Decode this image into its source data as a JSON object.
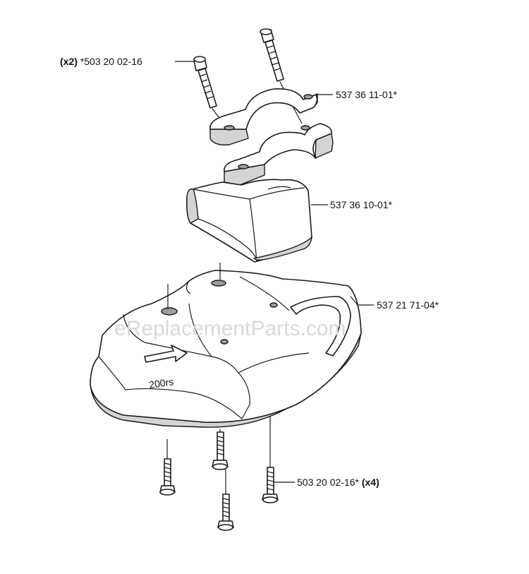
{
  "watermark": "eReplacementParts.com",
  "labels": {
    "screw_top": {
      "qty": "(x2)",
      "part": "*503 20 02-16"
    },
    "clamp_upper": {
      "part": "537 36 11-01*"
    },
    "clamp_lower": {
      "part": "537 36 10-01*"
    },
    "guard": {
      "part": "537 21 71-04*"
    },
    "guard_text": "200rs",
    "screw_bottom": {
      "part": "503 20 02-16*",
      "qty": "(x4)"
    }
  },
  "colors": {
    "line": "#1a1a1a",
    "fill": "#ffffff",
    "shade": "#d4d4d4",
    "watermark": "#d9d9d9"
  }
}
